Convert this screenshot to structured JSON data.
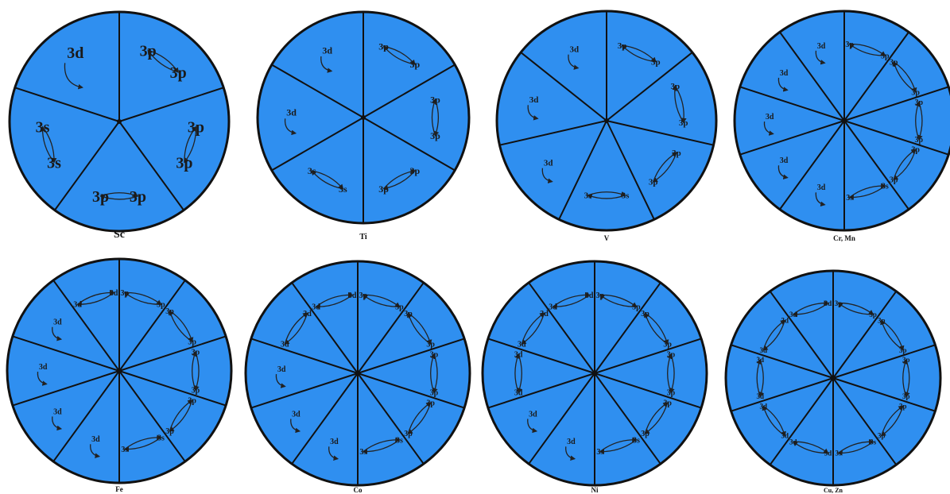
{
  "colors": {
    "fill": "#2f8ff0",
    "stroke": "#111111"
  },
  "wheels": [
    {
      "label": "Sc",
      "sectors": 5,
      "rotation": 0,
      "orbitals": [
        "3p/3p",
        "3p/3p",
        "3p/3p",
        "3s/3s",
        "3d"
      ]
    },
    {
      "label": "Ti",
      "sectors": 6,
      "rotation": 0,
      "orbitals": [
        "3p/3p",
        "3p/3p",
        "3p/3p",
        "3s/3s",
        "3d",
        "3d"
      ]
    },
    {
      "label": "V",
      "sectors": 7,
      "rotation": 0,
      "orbitals": [
        "3p/3p",
        "3p/3p",
        "3p/3p",
        "3s/3s",
        "3d",
        "3d",
        "3d"
      ]
    },
    {
      "label": "Cr, Mn",
      "sectors": 10,
      "rotation": 0,
      "orbitals": [
        "3p/3p",
        "3p/3p",
        "3p/3p",
        "3p/3p",
        "3s/3s",
        "3d",
        "3d",
        "3d",
        "3d",
        "3d"
      ]
    },
    {
      "label": "Fe",
      "sectors": 10,
      "rotation": 0,
      "orbitals": [
        "3p/3p",
        "3p/3p",
        "3p/3p",
        "3p/3p",
        "3s/3s",
        "3d",
        "3d",
        "3d",
        "3d",
        "3d/3d"
      ]
    },
    {
      "label": "Co",
      "sectors": 10,
      "rotation": 0,
      "orbitals": [
        "3p/3p",
        "3p/3p",
        "3p/3p",
        "3p/3p",
        "3s/3s",
        "3d",
        "3d",
        "3d",
        "3d/3d",
        "3d/3d"
      ]
    },
    {
      "label": "Ni",
      "sectors": 10,
      "rotation": 0,
      "orbitals": [
        "3p/3p",
        "3p/3p",
        "3p/3p",
        "3p/3p",
        "3s/3s",
        "3d",
        "3d",
        "3d/3d",
        "3d/3d",
        "3d/3d"
      ]
    },
    {
      "label": "Cu, Zn",
      "sectors": 10,
      "rotation": 0,
      "orbitals": [
        "3p/3p",
        "3p/3p",
        "3p/3p",
        "3p/3p",
        "3s/3s",
        "3d/3d",
        "3d/3d",
        "3d/3d",
        "3d/3d",
        "3d/3d"
      ]
    }
  ]
}
